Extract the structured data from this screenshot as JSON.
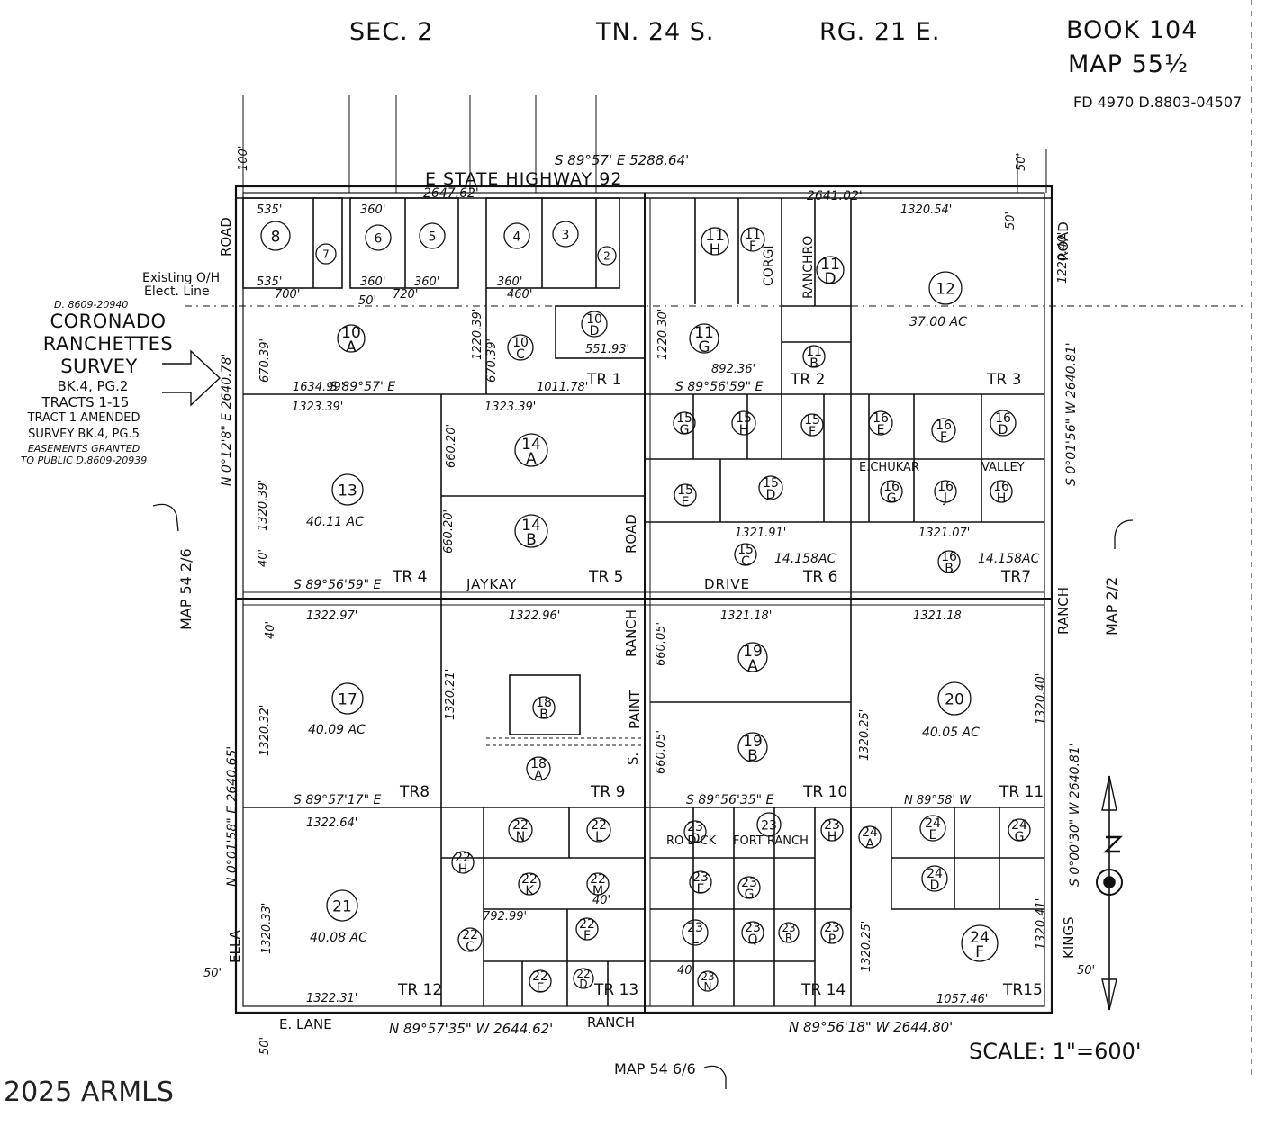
{
  "header": {
    "section": "SEC. 2",
    "township": "TN. 24 S.",
    "range": "RG. 21 E.",
    "book": "BOOK  104",
    "map": "MAP  55½",
    "file_ref": "FD 4970 D.8803-04507"
  },
  "watermark": "2025 ARMLS",
  "scale": "SCALE: 1\"=600'",
  "survey_note": {
    "ref_top": "D. 8609-20940",
    "title_lines": [
      "CORONADO",
      "RANCHETTES",
      "SURVEY"
    ],
    "lines": [
      "BK.4, PG.2",
      "TRACTS 1-15",
      "TRACT 1 AMENDED",
      "SURVEY BK.4, PG.5"
    ],
    "easement_lines": [
      "EASEMENTS GRANTED",
      "TO PUBLIC D.8609-20939"
    ]
  },
  "elect_line": [
    "Existing O/H",
    "Elect. Line"
  ],
  "side_maps": {
    "left": "MAP 54 2/6",
    "right": "MAP 2/2",
    "bottom": "MAP 54 6/6"
  },
  "roads": [
    {
      "id": "hwy",
      "label": "E    STATE    HIGHWAY    92"
    },
    {
      "id": "road-left",
      "label": "ROAD"
    },
    {
      "id": "road-right",
      "label": "ROAD"
    },
    {
      "id": "ranch-right",
      "label": "RANCH"
    },
    {
      "id": "kings",
      "label": "KINGS"
    },
    {
      "id": "ella",
      "label": "ELLA"
    },
    {
      "id": "e-lane",
      "label": "E. LANE"
    },
    {
      "id": "ranch-bottom",
      "label": "RANCH"
    },
    {
      "id": "jaykay",
      "label": "JAYKAY"
    },
    {
      "id": "drive",
      "label": "DRIVE"
    },
    {
      "id": "road-mid",
      "label": "ROAD"
    },
    {
      "id": "ranch-mid",
      "label": "RANCH"
    },
    {
      "id": "paint",
      "label": "PAINT"
    },
    {
      "id": "s-mid",
      "label": "S."
    },
    {
      "id": "corgi",
      "label": "CORGI"
    },
    {
      "id": "ranchero",
      "label": "RANCHRO"
    },
    {
      "id": "chukar",
      "label": "E.CHUKAR"
    },
    {
      "id": "valley",
      "label": "VALLEY"
    },
    {
      "id": "roadeck",
      "label": "RO  D  CK"
    },
    {
      "id": "fortranch",
      "label": "FORT RANCH"
    }
  ],
  "bearings": [
    {
      "id": "b-top",
      "text": "S 89°57' E  5288.64'"
    },
    {
      "id": "b-top2",
      "text": "2647.62'"
    },
    {
      "id": "b-top3",
      "text": "2641.02'"
    },
    {
      "id": "b-bot1",
      "text": "N 89°57'35\" W   2644.62'"
    },
    {
      "id": "b-bot2",
      "text": "N 89°56'18\" W   2644.80'"
    },
    {
      "id": "b-left1",
      "text": "N 0°12'8\" E   2640.78'"
    },
    {
      "id": "b-left2",
      "text": "N 0°01'58\" E   2640.65'"
    },
    {
      "id": "b-right1",
      "text": "S 0°01'56\" W   2640.81'"
    },
    {
      "id": "b-right2",
      "text": "S 0°00'30\" W   2640.81'"
    },
    {
      "id": "b-tr1",
      "text": "S 89°57' E"
    },
    {
      "id": "b-tr4",
      "text": "S 89°56'59\" E"
    },
    {
      "id": "b-tr8",
      "text": "S 89°57'17\" E"
    },
    {
      "id": "b-tr10",
      "text": "S 89°56'35\" E"
    },
    {
      "id": "b-tr2",
      "text": "S 89°56'59\" E"
    },
    {
      "id": "b-tr11",
      "text": "N 89°58' W"
    }
  ],
  "dims": [
    {
      "id": "d1",
      "text": "535'"
    },
    {
      "id": "d2",
      "text": "535'"
    },
    {
      "id": "d3",
      "text": "700'"
    },
    {
      "id": "d4",
      "text": "360'"
    },
    {
      "id": "d5",
      "text": "360'"
    },
    {
      "id": "d6",
      "text": "720'"
    },
    {
      "id": "d7",
      "text": "360'"
    },
    {
      "id": "d8",
      "text": "360'"
    },
    {
      "id": "d9",
      "text": "460'"
    },
    {
      "id": "d10",
      "text": "1320.54'"
    },
    {
      "id": "d11",
      "text": "1323.39'"
    },
    {
      "id": "d12",
      "text": "1323.39'"
    },
    {
      "id": "d13",
      "text": "1322.97'"
    },
    {
      "id": "d14",
      "text": "1322.96'"
    },
    {
      "id": "d15",
      "text": "1321.18'"
    },
    {
      "id": "d16",
      "text": "1321.18'"
    },
    {
      "id": "d17",
      "text": "1322.64'"
    },
    {
      "id": "d18",
      "text": "1322.31'"
    },
    {
      "id": "d19",
      "text": "1321.91'"
    },
    {
      "id": "d20",
      "text": "1321.07'"
    },
    {
      "id": "d21",
      "text": "1634.99'"
    },
    {
      "id": "d22",
      "text": "1011.78'"
    },
    {
      "id": "d23",
      "text": "892.36'"
    },
    {
      "id": "d24",
      "text": "551.93'"
    },
    {
      "id": "d25",
      "text": "1220.40'"
    },
    {
      "id": "d26",
      "text": "1320.39'"
    },
    {
      "id": "d27",
      "text": "1320.32'"
    },
    {
      "id": "d28",
      "text": "1320.33'"
    },
    {
      "id": "d29",
      "text": "1320.21'"
    },
    {
      "id": "d30",
      "text": "1320.25'"
    },
    {
      "id": "d31",
      "text": "1320.40'"
    },
    {
      "id": "d32",
      "text": "1320.41'"
    },
    {
      "id": "d33",
      "text": "1320.25'"
    },
    {
      "id": "d34",
      "text": "792.99'"
    },
    {
      "id": "d35",
      "text": "1057.46'"
    },
    {
      "id": "d36",
      "text": "670.39'"
    },
    {
      "id": "d37",
      "text": "670.39'"
    },
    {
      "id": "d38",
      "text": "660.20'"
    },
    {
      "id": "d39",
      "text": "660.20'"
    },
    {
      "id": "d40",
      "text": "660.05'"
    },
    {
      "id": "d41",
      "text": "660.05'"
    },
    {
      "id": "d42",
      "text": "1220.39'"
    },
    {
      "id": "d43",
      "text": "1220.30'"
    },
    {
      "id": "d44",
      "text": "50'"
    },
    {
      "id": "d45",
      "text": "40'"
    },
    {
      "id": "d46",
      "text": "40'"
    },
    {
      "id": "d47",
      "text": "50'"
    },
    {
      "id": "d48",
      "text": "50'"
    },
    {
      "id": "d49",
      "text": "100'"
    },
    {
      "id": "d50",
      "text": "50'"
    },
    {
      "id": "d51",
      "text": "50'"
    },
    {
      "id": "d52",
      "text": "50'"
    },
    {
      "id": "d53",
      "text": "40'"
    },
    {
      "id": "d54",
      "text": "40'"
    }
  ],
  "acreage": [
    {
      "id": "ac12",
      "text": "37.00 AC"
    },
    {
      "id": "ac13",
      "text": "40.11 AC"
    },
    {
      "id": "ac17",
      "text": "40.09 AC"
    },
    {
      "id": "ac20",
      "text": "40.05 AC"
    },
    {
      "id": "ac21",
      "text": "40.08 AC"
    },
    {
      "id": "ac15c",
      "text": "14.158AC"
    },
    {
      "id": "ac16b",
      "text": "14.158AC"
    }
  ],
  "tracts": [
    {
      "id": "t1",
      "text": "TR 1"
    },
    {
      "id": "t2",
      "text": "TR 2"
    },
    {
      "id": "t3",
      "text": "TR 3"
    },
    {
      "id": "t4",
      "text": "TR 4"
    },
    {
      "id": "t5",
      "text": "TR 5"
    },
    {
      "id": "t6",
      "text": "TR 6"
    },
    {
      "id": "t7",
      "text": "TR7"
    },
    {
      "id": "t8",
      "text": "TR8"
    },
    {
      "id": "t9",
      "text": "TR 9"
    },
    {
      "id": "t10",
      "text": "TR 10"
    },
    {
      "id": "t11",
      "text": "TR 11"
    },
    {
      "id": "t12",
      "text": "TR 12"
    },
    {
      "id": "t13",
      "text": "TR 13"
    },
    {
      "id": "t14",
      "text": "TR 14"
    },
    {
      "id": "t15",
      "text": "TR15"
    }
  ],
  "parcels": [
    {
      "n": "8",
      "s": ""
    },
    {
      "n": "7",
      "s": ""
    },
    {
      "n": "6",
      "s": ""
    },
    {
      "n": "5",
      "s": ""
    },
    {
      "n": "4",
      "s": ""
    },
    {
      "n": "3",
      "s": ""
    },
    {
      "n": "2",
      "s": ""
    },
    {
      "n": "11",
      "s": "H"
    },
    {
      "n": "11",
      "s": "F"
    },
    {
      "n": "11",
      "s": "D"
    },
    {
      "n": "12",
      "s": ""
    },
    {
      "n": "10",
      "s": "A"
    },
    {
      "n": "10",
      "s": "C"
    },
    {
      "n": "10",
      "s": "D"
    },
    {
      "n": "11",
      "s": "G"
    },
    {
      "n": "11",
      "s": "B"
    },
    {
      "n": "13",
      "s": ""
    },
    {
      "n": "14",
      "s": "A"
    },
    {
      "n": "14",
      "s": "B"
    },
    {
      "n": "15",
      "s": "G"
    },
    {
      "n": "15",
      "s": "H"
    },
    {
      "n": "15",
      "s": "F"
    },
    {
      "n": "16",
      "s": "E"
    },
    {
      "n": "16",
      "s": "F"
    },
    {
      "n": "16",
      "s": "D"
    },
    {
      "n": "15",
      "s": "E"
    },
    {
      "n": "15",
      "s": "D"
    },
    {
      "n": "16",
      "s": "G"
    },
    {
      "n": "16",
      "s": "J"
    },
    {
      "n": "16",
      "s": "H"
    },
    {
      "n": "15",
      "s": "C"
    },
    {
      "n": "16",
      "s": "B"
    },
    {
      "n": "17",
      "s": ""
    },
    {
      "n": "18",
      "s": "B"
    },
    {
      "n": "18",
      "s": "A"
    },
    {
      "n": "19",
      "s": "A"
    },
    {
      "n": "19",
      "s": "B"
    },
    {
      "n": "20",
      "s": ""
    },
    {
      "n": "21",
      "s": ""
    },
    {
      "n": "22",
      "s": "N"
    },
    {
      "n": "22",
      "s": "L"
    },
    {
      "n": "22",
      "s": "H"
    },
    {
      "n": "22",
      "s": "K"
    },
    {
      "n": "22",
      "s": "M"
    },
    {
      "n": "22",
      "s": "C"
    },
    {
      "n": "22",
      "s": "F"
    },
    {
      "n": "22",
      "s": "E"
    },
    {
      "n": "22",
      "s": "D"
    },
    {
      "n": "23",
      "s": "D"
    },
    {
      "n": "23",
      "s": ""
    },
    {
      "n": "23",
      "s": "H"
    },
    {
      "n": "24",
      "s": "A"
    },
    {
      "n": "24",
      "s": "E"
    },
    {
      "n": "24",
      "s": "G"
    },
    {
      "n": "23",
      "s": "E"
    },
    {
      "n": "23",
      "s": "G"
    },
    {
      "n": "24",
      "s": "D"
    },
    {
      "n": "23",
      "s": "L"
    },
    {
      "n": "23",
      "s": "Q"
    },
    {
      "n": "23",
      "s": "R"
    },
    {
      "n": "23",
      "s": "P"
    },
    {
      "n": "24",
      "s": "F"
    },
    {
      "n": "23",
      "s": "N"
    }
  ],
  "colors": {
    "ink": "#111111",
    "paper": "#ffffff",
    "faint": "#555555"
  }
}
